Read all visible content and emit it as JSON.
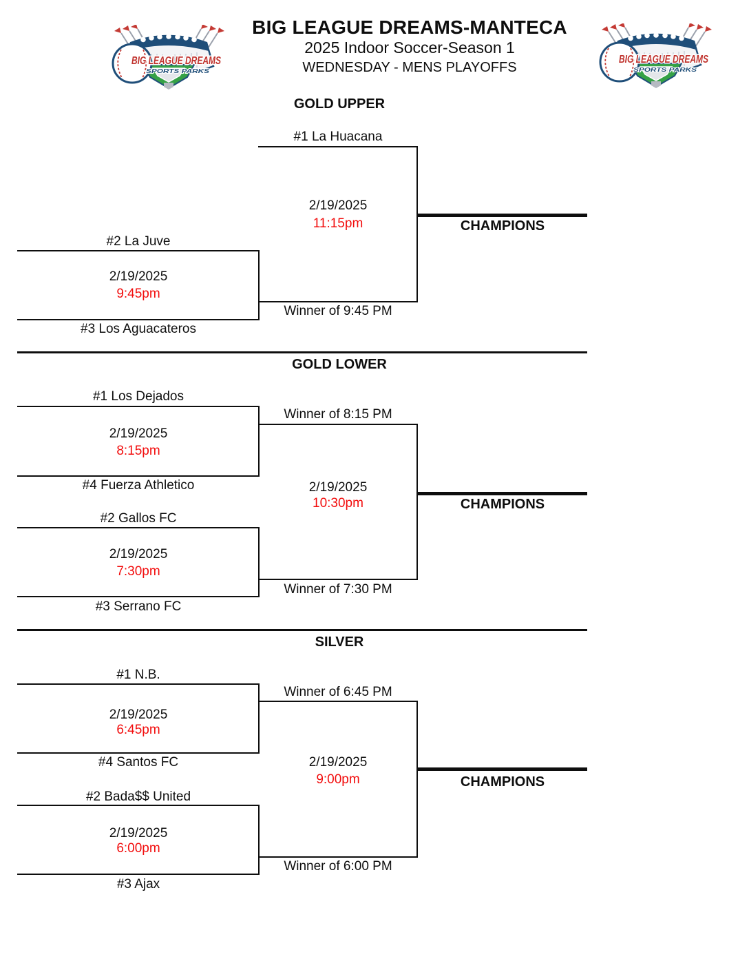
{
  "header": {
    "title": "BIG LEAGUE DREAMS-MANTECA",
    "season": "2025 Indoor Soccer-Season 1",
    "division": "WEDNESDAY - MENS PLAYOFFS"
  },
  "logo": {
    "name": "BIG LEAGUE DREAMS",
    "tagline": "SPORTS PARKS"
  },
  "colors": {
    "time_red": "#f20d0d",
    "line_black": "#0e0e0e",
    "logo_navy": "#1f4e79",
    "logo_red": "#c0332e",
    "logo_green": "#35a145"
  },
  "sections": {
    "gold_upper": {
      "heading": "GOLD UPPER",
      "bye_team": "#1 La Huacana",
      "final": {
        "date": "2/19/2025",
        "time": "11:15pm"
      },
      "champions_label": "CHAMPIONS",
      "semi": {
        "top_team": "#2 La Juve",
        "date": "2/19/2025",
        "time": "9:45pm",
        "bottom_team": "#3 Los Aguacateros",
        "winner_label": "Winner of 9:45 PM"
      }
    },
    "gold_lower": {
      "heading": "GOLD LOWER",
      "final": {
        "date": "2/19/2025",
        "time": "10:30pm"
      },
      "champions_label": "CHAMPIONS",
      "semi1": {
        "top_team": "#1 Los Dejados",
        "date": "2/19/2025",
        "time": "8:15pm",
        "bottom_team": "#4 Fuerza Athletico",
        "winner_label": "Winner of 8:15 PM"
      },
      "semi2": {
        "top_team": "#2 Gallos FC",
        "date": "2/19/2025",
        "time": "7:30pm",
        "bottom_team": "#3 Serrano FC",
        "winner_label": "Winner of 7:30 PM"
      }
    },
    "silver": {
      "heading": "SILVER",
      "final": {
        "date": "2/19/2025",
        "time": "9:00pm"
      },
      "champions_label": "CHAMPIONS",
      "semi1": {
        "top_team": "#1 N.B.",
        "date": "2/19/2025",
        "time": "6:45pm",
        "bottom_team": "#4 Santos FC",
        "winner_label": "Winner of 6:45 PM"
      },
      "semi2": {
        "top_team": "#2 Bada$$ United",
        "date": "2/19/2025",
        "time": "6:00pm",
        "bottom_team": "#3 Ajax",
        "winner_label": "Winner of 6:00 PM"
      }
    }
  }
}
